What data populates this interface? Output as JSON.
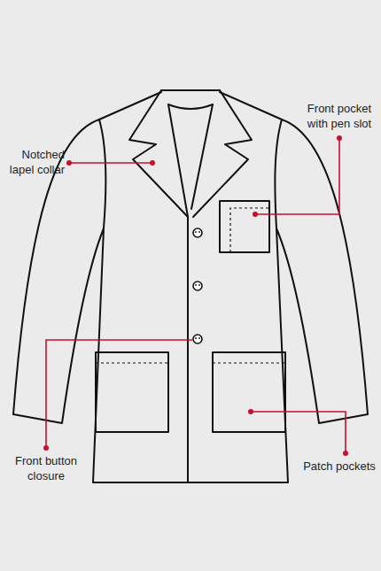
{
  "diagram": {
    "labels": [
      "Notched lapel collar",
      "Front pocket with pen slot",
      "Front button closure",
      "Patch pockets"
    ]
  }
}
